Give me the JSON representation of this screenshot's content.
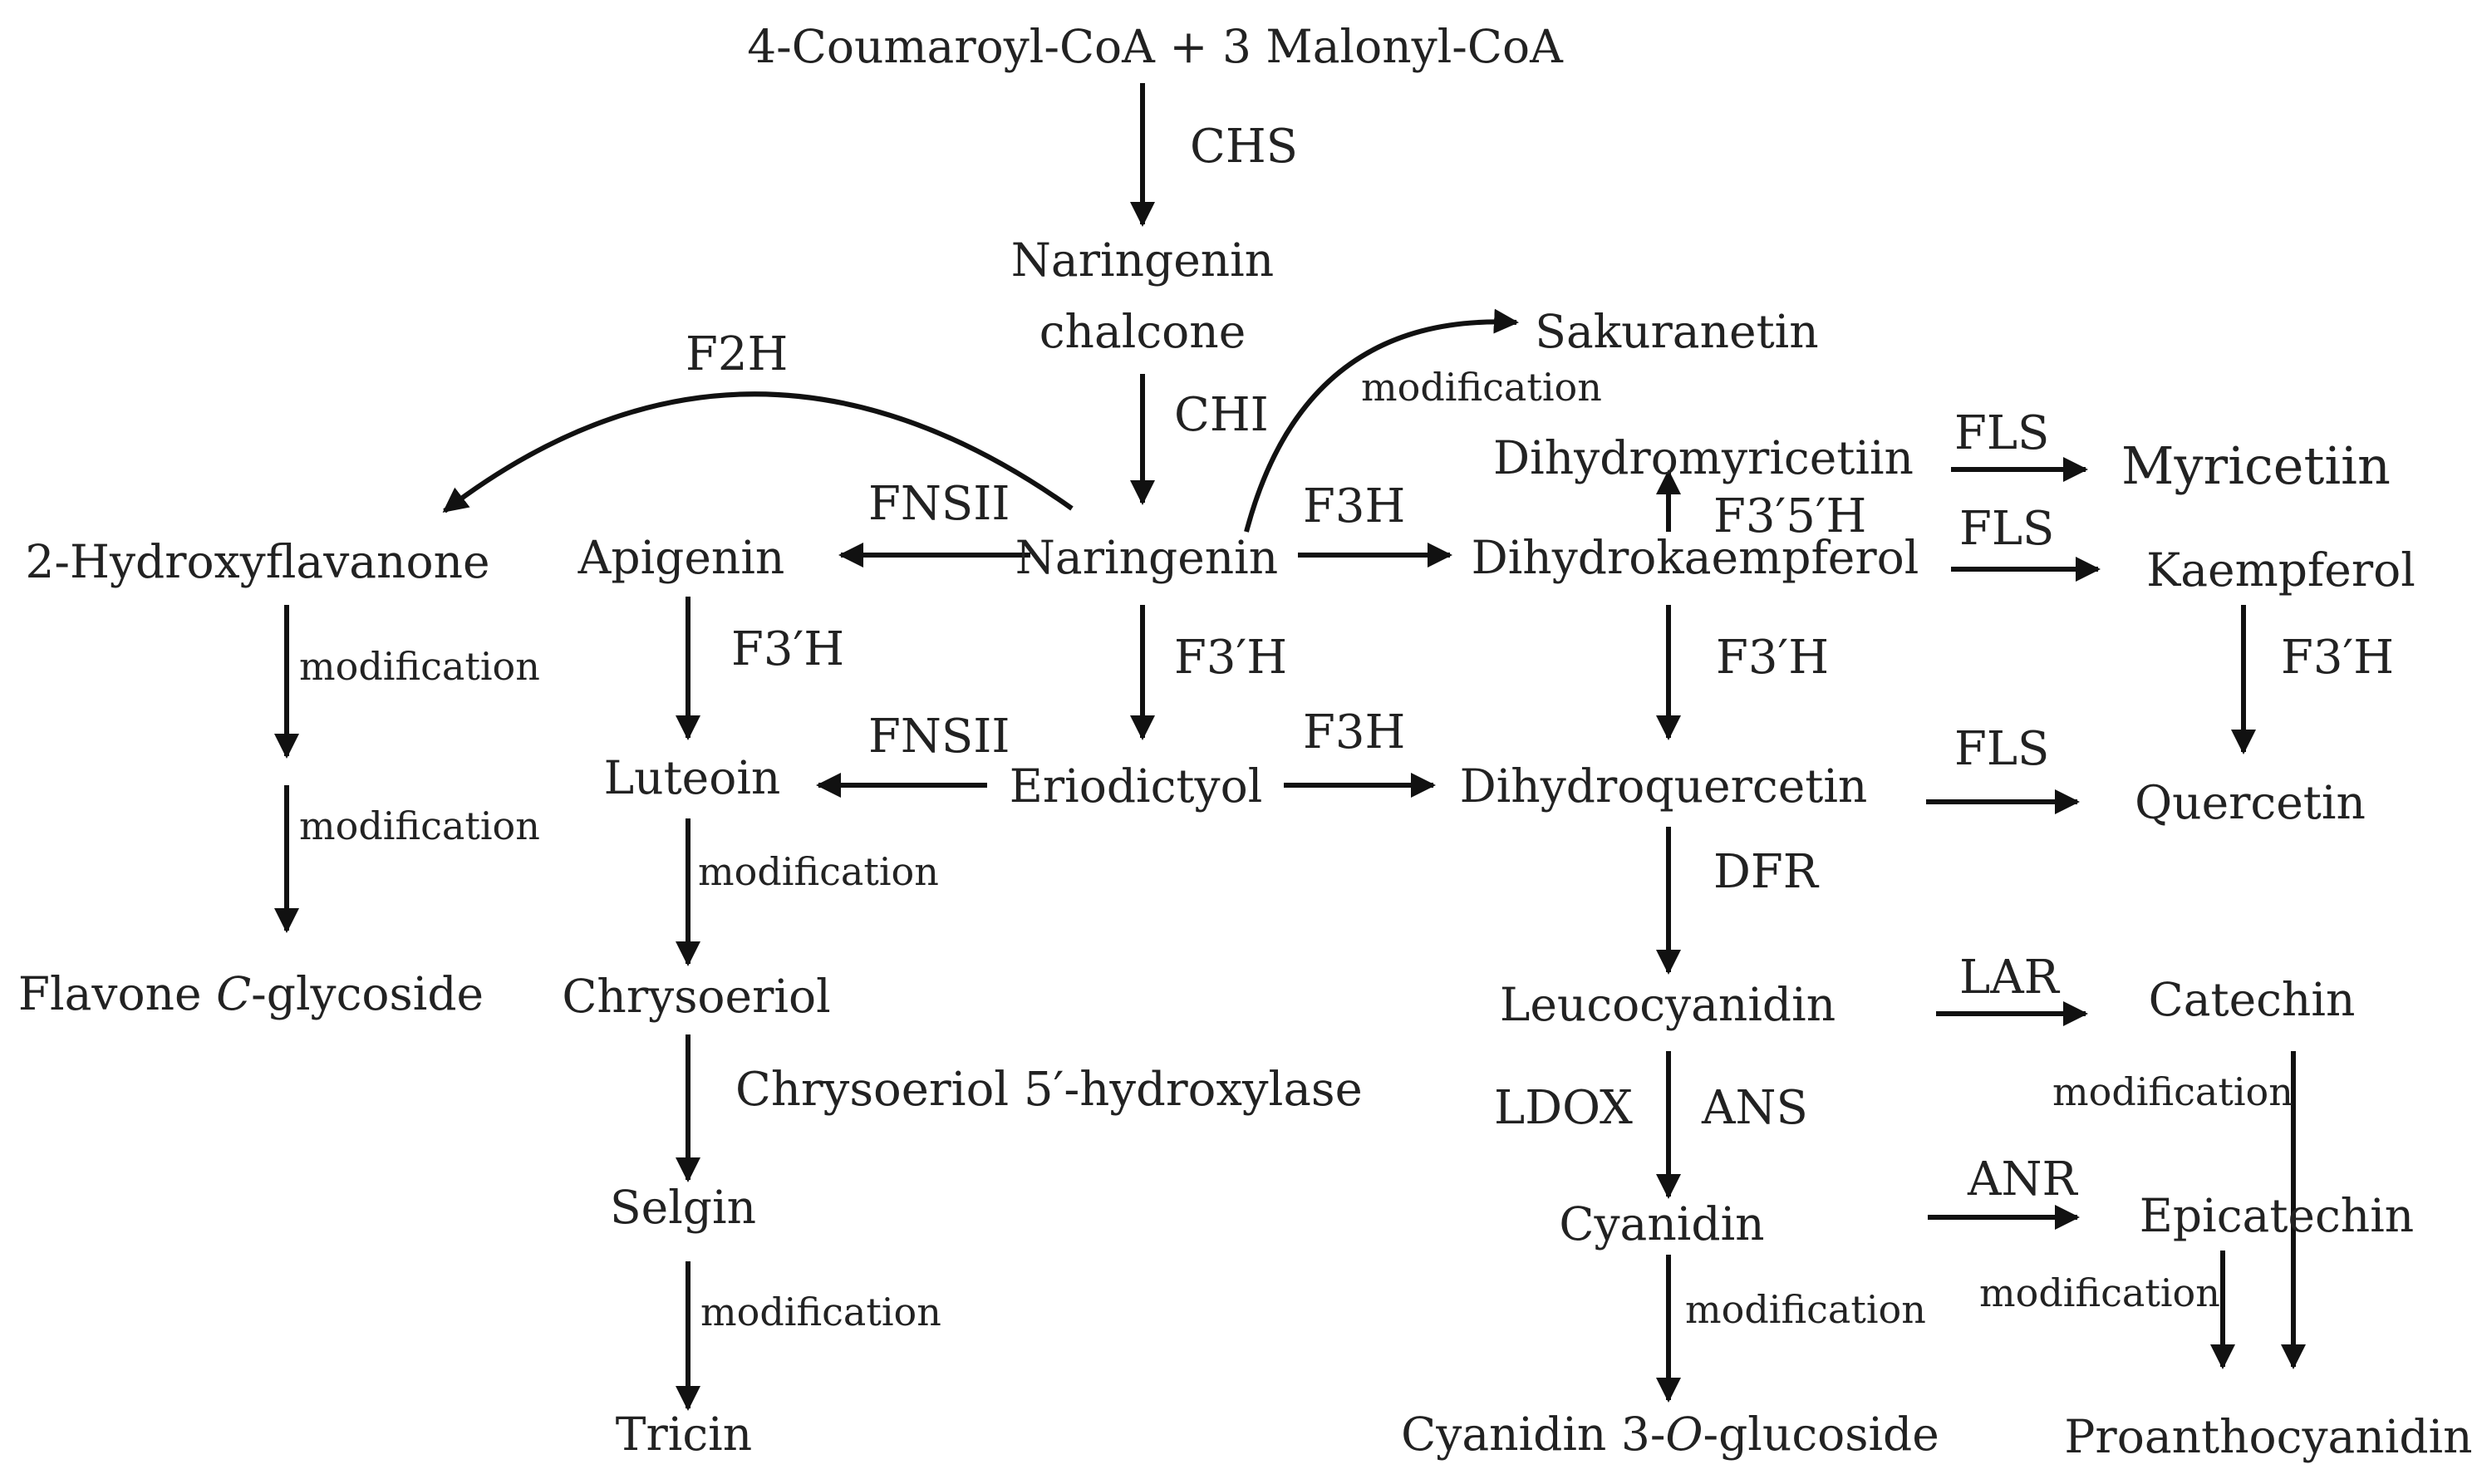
{
  "nodes": {
    "substrate": "4-Coumaroyl-CoA + 3 Malonyl-CoA",
    "naringenin_chalcone_1": "Naringenin",
    "naringenin_chalcone_2": "chalcone",
    "naringenin": "Naringenin",
    "sakuranetin": "Sakuranetin",
    "hydroxyflavanone": "2-Hydroxyflavanone",
    "apigenin": "Apigenin",
    "eriodictyol": "Eriodictyol",
    "luteoin": "Luteoin",
    "chrysoeriol": "Chrysoeriol",
    "selgin": "Selgin",
    "tricin": "Tricin",
    "flavone_c_glycoside_pre": "Flavone ",
    "flavone_c_glycoside_italic": "C",
    "flavone_c_glycoside_post": "-glycoside",
    "dihydromyricetiin": "Dihydromyricetiin",
    "dihydrokaempferol": "Dihydrokaempferol",
    "dihydroquercetin": "Dihydroquercetin",
    "leucocyanidin": "Leucocyanidin",
    "cyanidin": "Cyanidin",
    "cyanidin_glucoside_pre": "Cyanidin 3-",
    "cyanidin_glucoside_italic": "O",
    "cyanidin_glucoside_post": "-glucoside",
    "myricetiin": "Myricetiin",
    "kaempferol": "Kaempferol",
    "quercetin": "Quercetin",
    "catechin": "Catechin",
    "epicatechin": "Epicatechin",
    "proanthocyanidin": "Proanthocyanidin"
  },
  "enzymes": {
    "chs": "CHS",
    "chi": "CHI",
    "f2h": "F2H",
    "fnsii_1": "FNSII",
    "fnsii_2": "FNSII",
    "f3h_1": "F3H",
    "f3h_2": "F3H",
    "f3ph_1": "F3′H",
    "f3ph_2": "F3′H",
    "f3ph_3": "F3′H",
    "f3ph_4": "F3′H",
    "f3p5ph": "F3′5′H",
    "fls_1": "FLS",
    "fls_2": "FLS",
    "fls_3": "FLS",
    "dfr": "DFR",
    "lar": "LAR",
    "ldox": "LDOX",
    "ans": "ANS",
    "anr": "ANR",
    "chrysoeriol_hydroxylase": "Chrysoeriol 5′-hydroxylase"
  },
  "modifications": {
    "sakuranetin": "modification",
    "hydroxyflavanone_1": "modification",
    "hydroxyflavanone_2": "modification",
    "luteoin": "modification",
    "selgin": "modification",
    "cyanidin": "modification",
    "catechin": "modification",
    "epicatechin": "modification"
  }
}
